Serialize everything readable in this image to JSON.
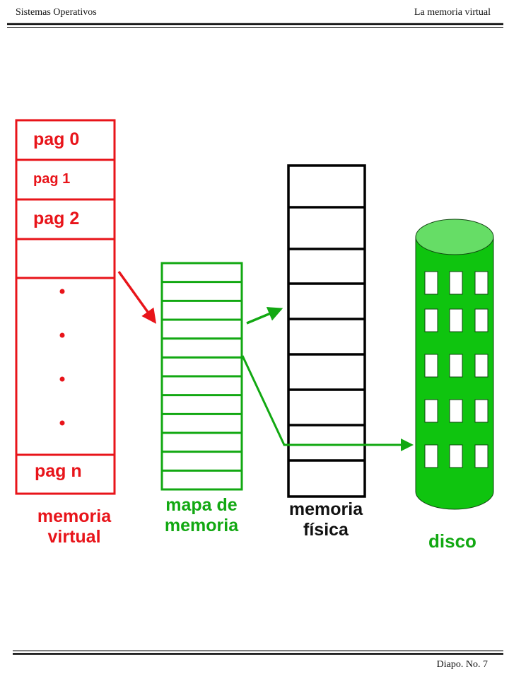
{
  "header": {
    "left": "Sistemas Operativos",
    "right": "La memoria virtual"
  },
  "footer": {
    "slide_number": "Diapo. No. 7"
  },
  "virtual_memory": {
    "pages": [
      "pag 0",
      "pag 1",
      "pag 2",
      "pag n"
    ],
    "label": [
      "memoria",
      "virtual"
    ]
  },
  "memory_map": {
    "label": [
      "mapa de",
      "memoria"
    ],
    "rows": 12
  },
  "physical_memory": {
    "label": [
      "memoria",
      "física"
    ],
    "frames": 9
  },
  "disk": {
    "label": "disco"
  },
  "colors": {
    "red": "#e8141a",
    "green": "#12a812",
    "disk_green": "#0fc40f",
    "disk_top": "#66dd66",
    "black": "#000000"
  }
}
